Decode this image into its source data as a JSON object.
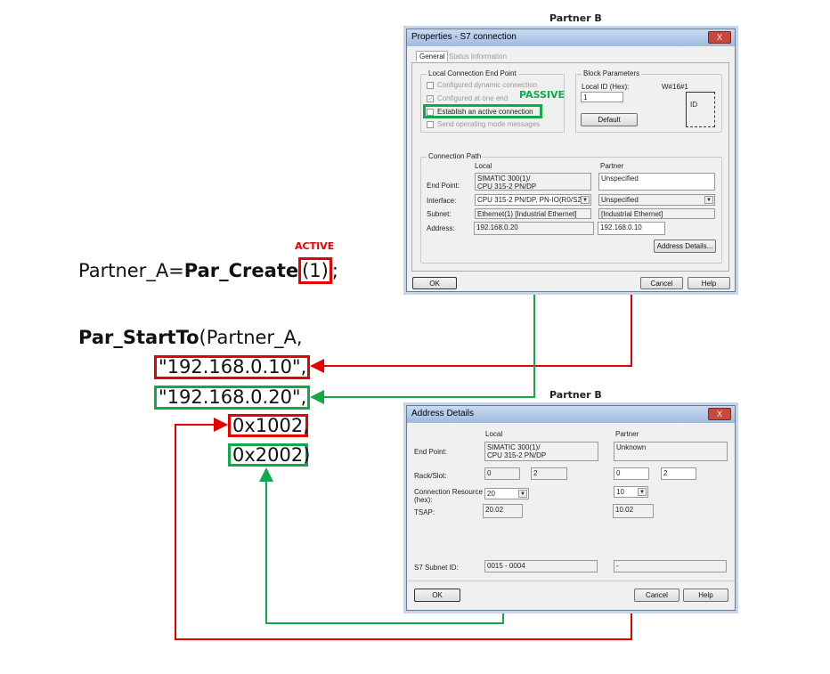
{
  "annotations": {
    "active": "ACTIVE",
    "passive": "PASSIVE",
    "partner_b_top": "Partner B",
    "partner_b_bottom": "Partner B"
  },
  "code": {
    "line1_prefix": "Partner_A=",
    "line1_func": "Par_Create",
    "line1_arg": "(1)",
    "line1_end": ";",
    "line2_func": "Par_StartTo",
    "line2_rest": "(Partner_A,",
    "arg_partner_ip": "\"192.168.0.10\",",
    "arg_local_ip": "\"192.168.0.20\",",
    "arg_partner_tsap": "0x1002,",
    "arg_local_tsap": "0x2002)"
  },
  "properties_dialog": {
    "title": "Properties - S7 connection",
    "close": "X",
    "tabs": [
      "General",
      "Status Information"
    ],
    "local_endpoint": {
      "legend": "Local Connection End Point",
      "options": [
        {
          "label": "Configured dynamic connection",
          "checked": false,
          "enabled": false
        },
        {
          "label": "Configured at one end",
          "checked": true,
          "enabled": false
        },
        {
          "label": "Establish an active connection",
          "checked": false,
          "enabled": true
        },
        {
          "label": "Send operating mode messages",
          "checked": false,
          "enabled": false
        }
      ]
    },
    "block_params": {
      "legend": "Block Parameters",
      "local_id_label": "Local ID (Hex):",
      "local_id_value": "1",
      "default_button": "Default",
      "word": "W#16#1",
      "id": "ID"
    },
    "connection_path": {
      "legend": "Connection Path",
      "local_header": "Local",
      "partner_header": "Partner",
      "end_point_label": "End Point:",
      "local_end_point": "SIMATIC 300(1)/\nCPU 315-2 PN/DP",
      "partner_end_point": "Unspecified",
      "interface_label": "Interface:",
      "local_interface": "CPU 315-2 PN/DP, PN-IO(R0/S2)",
      "partner_interface": "Unspecified",
      "subnet_label": "Subnet:",
      "local_subnet": "Ethernet(1) [Industrial Ethernet]",
      "partner_subnet": "[Industrial Ethernet]",
      "address_label": "Address:",
      "local_address": "192.168.0.20",
      "partner_address": "192.168.0.10",
      "address_details_button": "Address Details..."
    },
    "ok": "OK",
    "cancel": "Cancel",
    "help": "Help"
  },
  "address_dialog": {
    "title": "Address Details",
    "close": "X",
    "local_header": "Local",
    "partner_header": "Partner",
    "end_point_label": "End Point:",
    "local_end_point": "SIMATIC 300(1)/\nCPU 315-2 PN/DP",
    "partner_end_point": "Unknown",
    "rack_slot_label": "Rack/Slot:",
    "local_rack": "0",
    "local_slot": "2",
    "partner_rack": "0",
    "partner_slot": "2",
    "conn_res_label": "Connection Resource\n(hex):",
    "local_conn_res": "20",
    "partner_conn_res": "10",
    "tsap_label": "TSAP:",
    "local_tsap": "20.02",
    "partner_tsap": "10.02",
    "subnet_id_label": "S7 Subnet ID:",
    "local_subnet_id": "0015 - 0004",
    "partner_subnet_id": "-",
    "ok": "OK",
    "cancel": "Cancel",
    "help": "Help"
  },
  "colors": {
    "red": "#e60000",
    "green": "#12a94a"
  }
}
